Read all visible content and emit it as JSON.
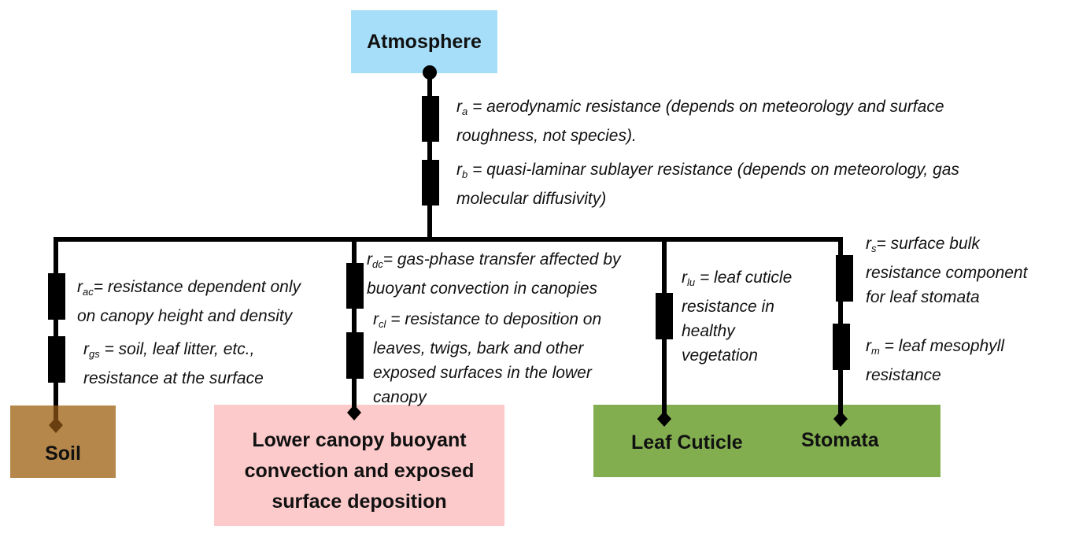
{
  "diagram": {
    "type": "resistance-network",
    "colors": {
      "atmosphere": "#a6defa",
      "soil": "#b5874b",
      "lower_canopy": "#fccacb",
      "vegetation": "#83ae50",
      "wire": "#000000"
    },
    "nodes": {
      "atmosphere": "Atmosphere",
      "soil": "Soil",
      "lower_canopy": "Lower canopy buoyant convection and exposed surface deposition",
      "leaf_cuticle": "Leaf Cuticle",
      "stomata": "Stomata"
    },
    "resistances": {
      "ra": {
        "symbol": "r",
        "sub": "a",
        "text": " = aerodynamic resistance (depends on meteorology and surface",
        "text2": "roughness, not species)."
      },
      "rb": {
        "symbol": "r",
        "sub": "b",
        "text": " = quasi-laminar sublayer resistance (depends on meteorology, gas",
        "text2": "molecular diffusivity)"
      },
      "rac": {
        "symbol": "r",
        "sub": "ac",
        "text": "= resistance dependent only",
        "text2": "on canopy height and density"
      },
      "rgs": {
        "symbol": "r",
        "sub": "gs",
        "text": " = soil, leaf litter, etc.,",
        "text2": "resistance at the surface"
      },
      "rdc": {
        "symbol": "r",
        "sub": "dc",
        "text": "= gas-phase transfer affected by",
        "text2": "buoyant convection in canopies"
      },
      "rcl": {
        "symbol": "r",
        "sub": "cl",
        "text": " = resistance to deposition on",
        "text2": "leaves, twigs, bark and other",
        "text3": "exposed surfaces in the lower",
        "text4": "canopy"
      },
      "rlu": {
        "symbol": "r",
        "sub": "lu",
        "text": " = leaf cuticle",
        "text2": "resistance in",
        "text3": "healthy",
        "text4": "vegetation"
      },
      "rs": {
        "symbol": "r",
        "sub": "s",
        "text": "= surface bulk",
        "text2": "resistance component",
        "text3": "for leaf stomata"
      },
      "rm": {
        "symbol": "r",
        "sub": "m",
        "text": " = leaf mesophyll",
        "text2": "resistance"
      }
    }
  }
}
